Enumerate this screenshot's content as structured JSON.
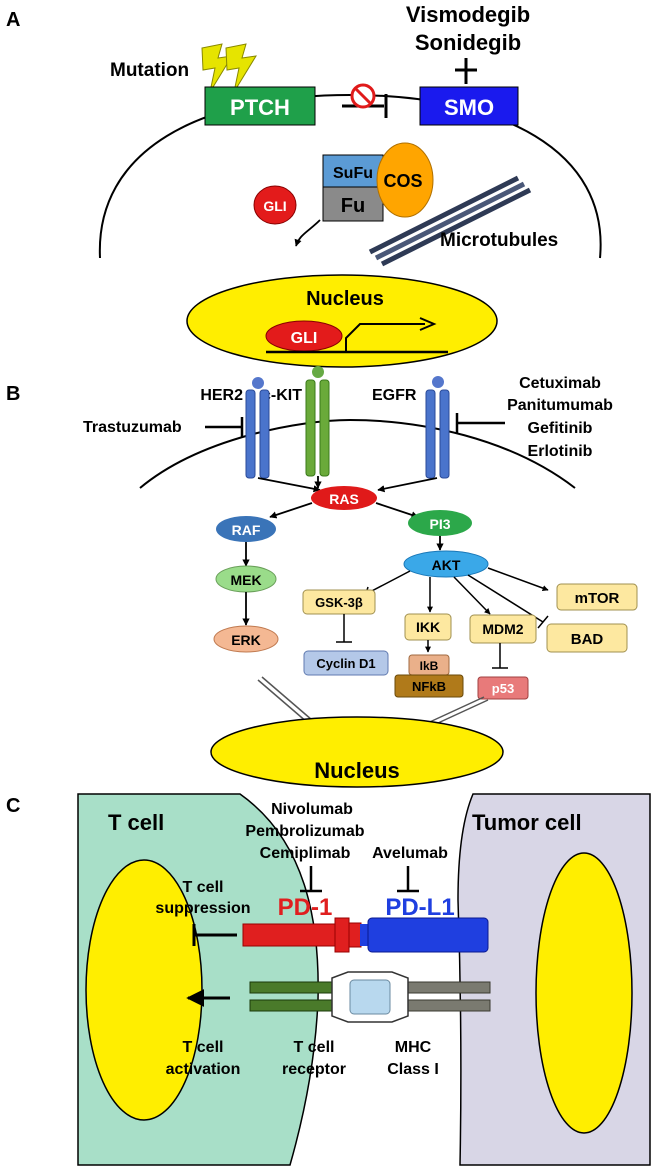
{
  "panels": {
    "a": "A",
    "b": "B",
    "c": "C"
  },
  "panel_a": {
    "drugs": [
      "Vismodegib",
      "Sonidegib"
    ],
    "mutation": "Mutation",
    "ptch": "PTCH",
    "smo": "SMO",
    "sufu": "SuFu",
    "fu": "Fu",
    "cos": "COS",
    "gli": "GLI",
    "microtubules": "Microtubules",
    "nucleus": "Nucleus",
    "gli_nuclear": "GLI"
  },
  "panel_b": {
    "her2": "HER2",
    "ckit": "c-KIT",
    "egfr": "EGFR",
    "trastuzumab": "Trastuzumab",
    "egfr_drugs": [
      "Cetuximab",
      "Panitumumab",
      "Gefitinib",
      "Erlotinib"
    ],
    "ras": "RAS",
    "raf": "RAF",
    "pi3": "PI3",
    "mek": "MEK",
    "akt": "AKT",
    "erk": "ERK",
    "gsk3b": "GSK-3β",
    "ikk": "IKK",
    "mdm2": "MDM2",
    "mtor": "mTOR",
    "bad": "BAD",
    "cyclin_d1": "Cyclin D1",
    "ikb": "IkB",
    "nfkb": "NFkB",
    "p53": "p53",
    "nucleus": "Nucleus"
  },
  "panel_c": {
    "t_cell": "T cell",
    "tumor_cell": "Tumor cell",
    "pd1_drugs": [
      "Nivolumab",
      "Pembrolizumab",
      "Cemiplimab"
    ],
    "pdl1_drug": "Avelumab",
    "pd1": "PD-1",
    "pdl1": "PD-L1",
    "suppression": [
      "T cell",
      "suppression"
    ],
    "activation": [
      "T cell",
      "activation"
    ],
    "tcr": [
      "T cell",
      "receptor"
    ],
    "mhc": [
      "MHC",
      "Class I"
    ]
  },
  "colors": {
    "ptch": "#1fa04a",
    "smo": "#1a1aee",
    "nucleus": "#ffee00",
    "gli": "#e31b1b",
    "pd1": "#e01f1f",
    "pdl1": "#1f3fe0",
    "t_cell_bg": "#a8dfc8",
    "tumor_bg": "#d8d6e6"
  }
}
